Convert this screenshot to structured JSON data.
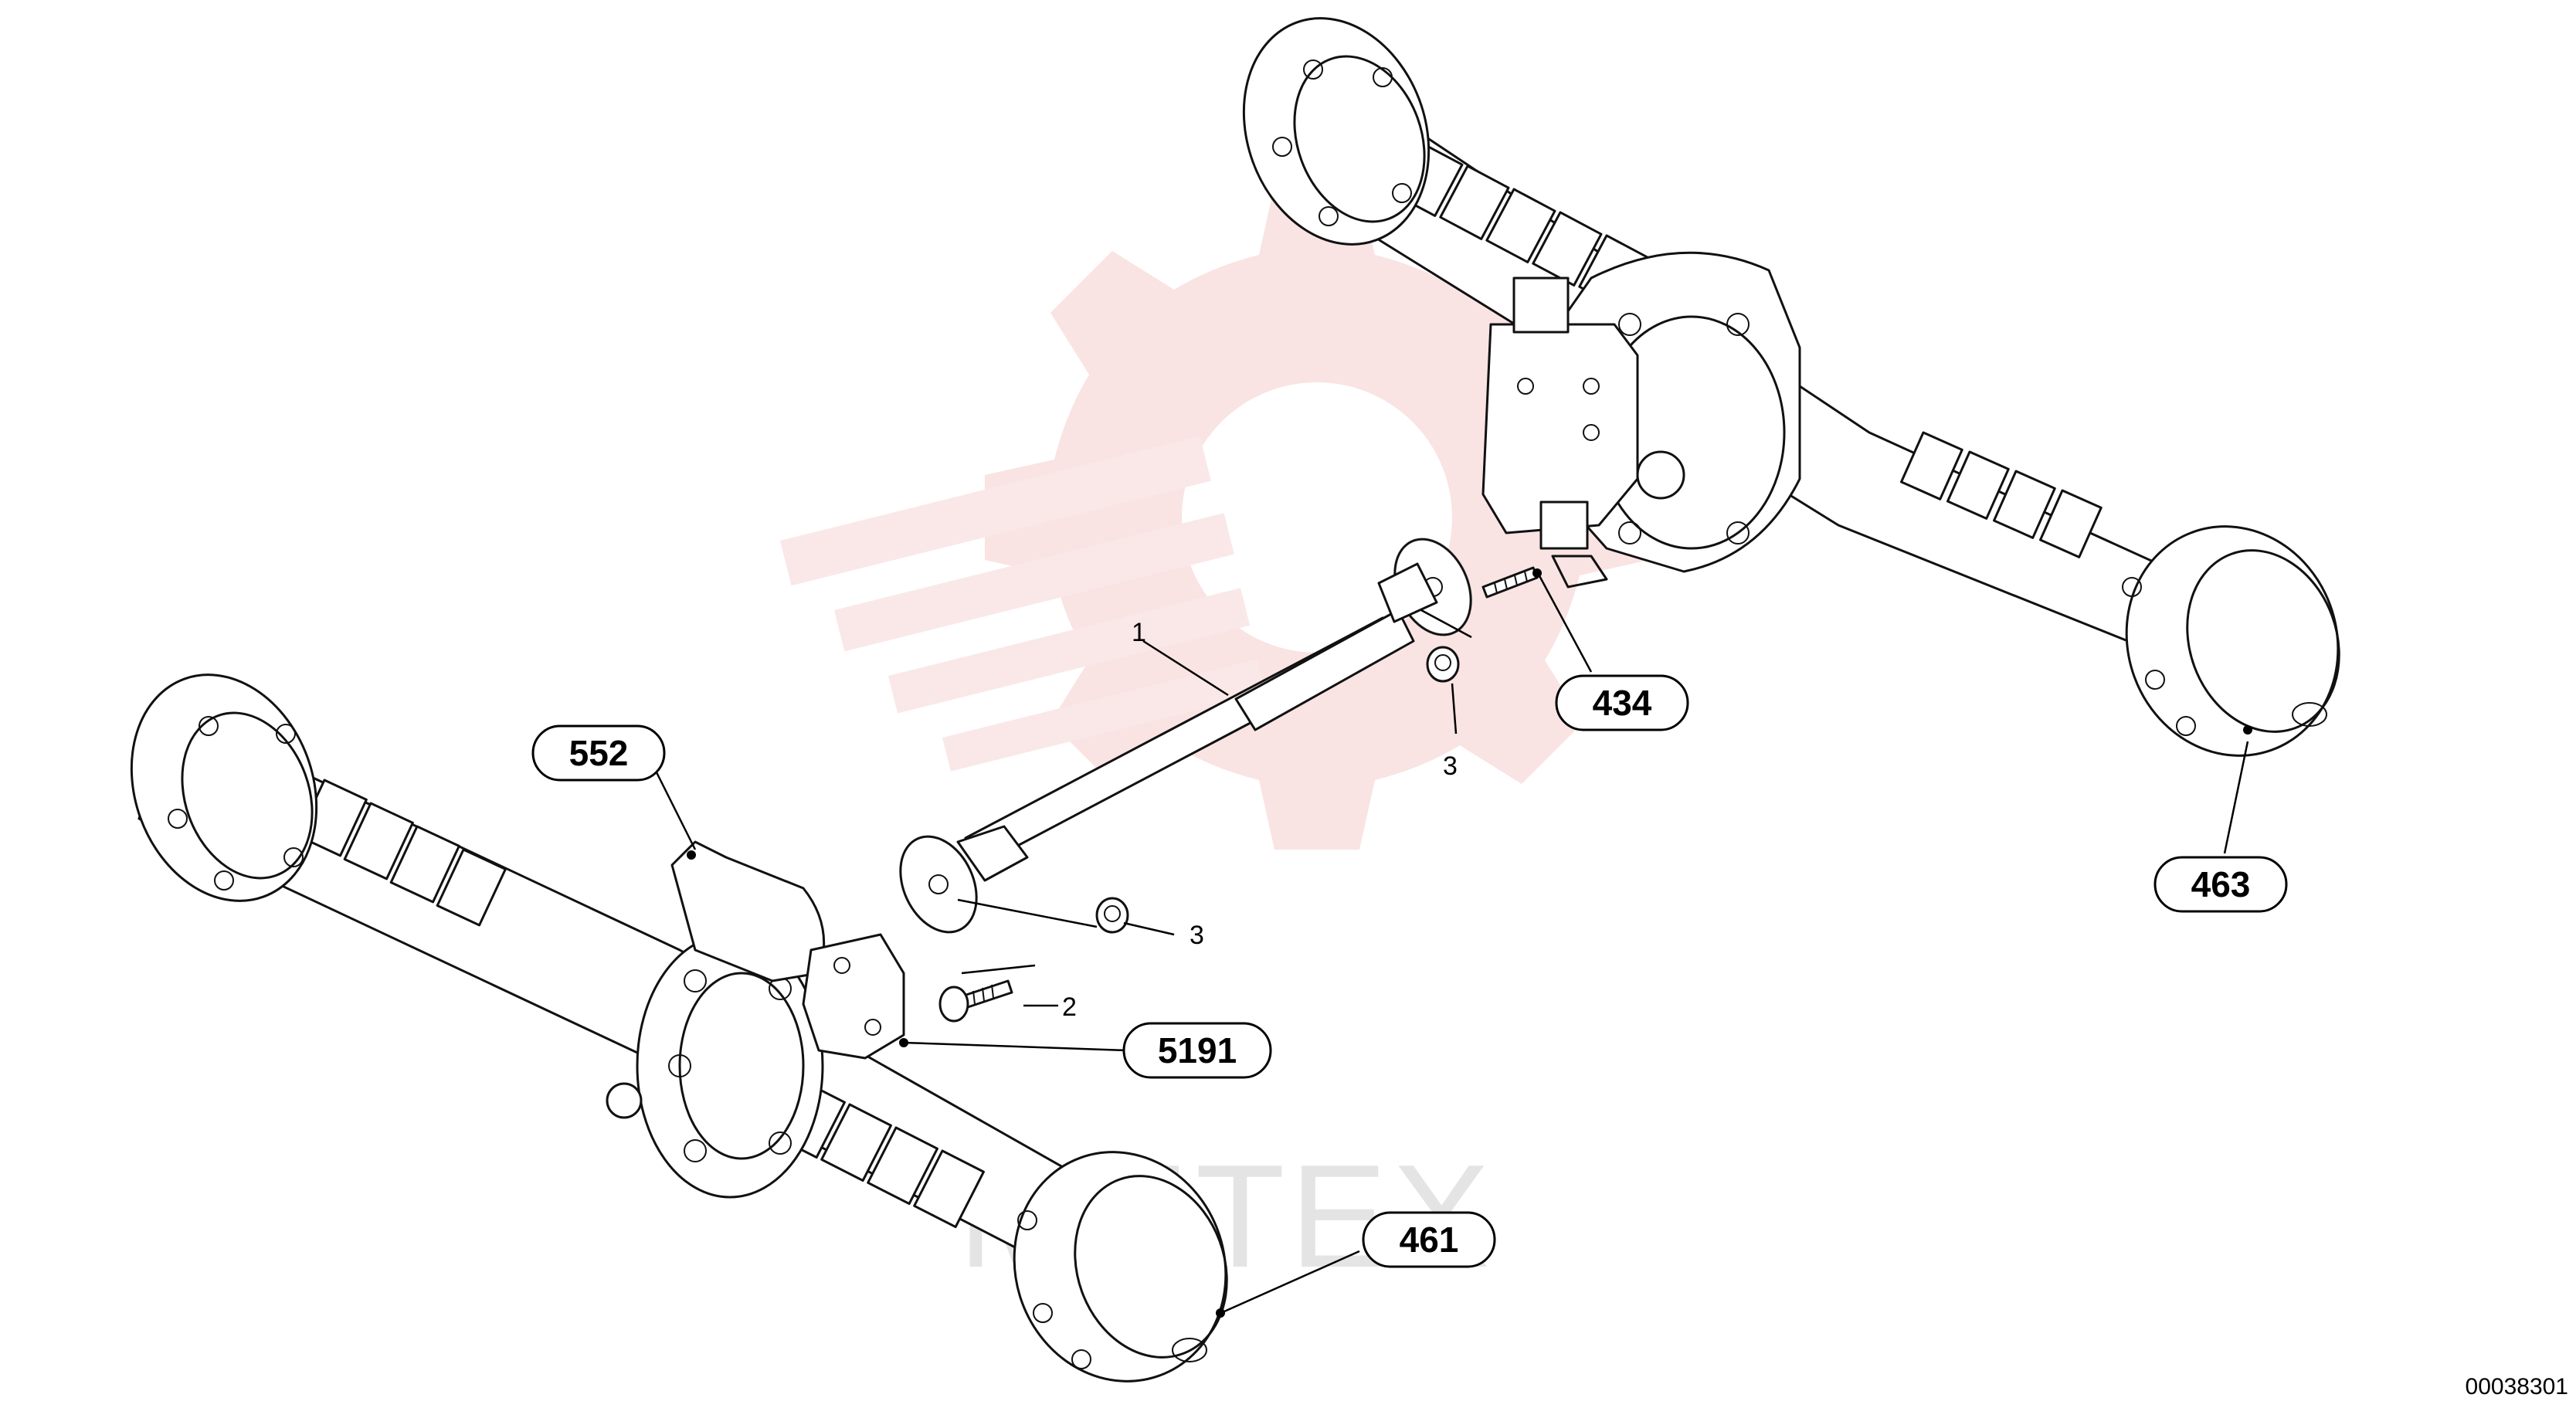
{
  "watermark": {
    "text": "MHTEX",
    "color": "#f2c7c7"
  },
  "callouts": {
    "c434": "434",
    "c463": "463",
    "c552": "552",
    "c5191": "5191",
    "c461": "461"
  },
  "part_numbers": {
    "p1": "1",
    "p2": "2",
    "p3a": "3",
    "p3b": "3"
  },
  "drawing_reference": "00038301"
}
